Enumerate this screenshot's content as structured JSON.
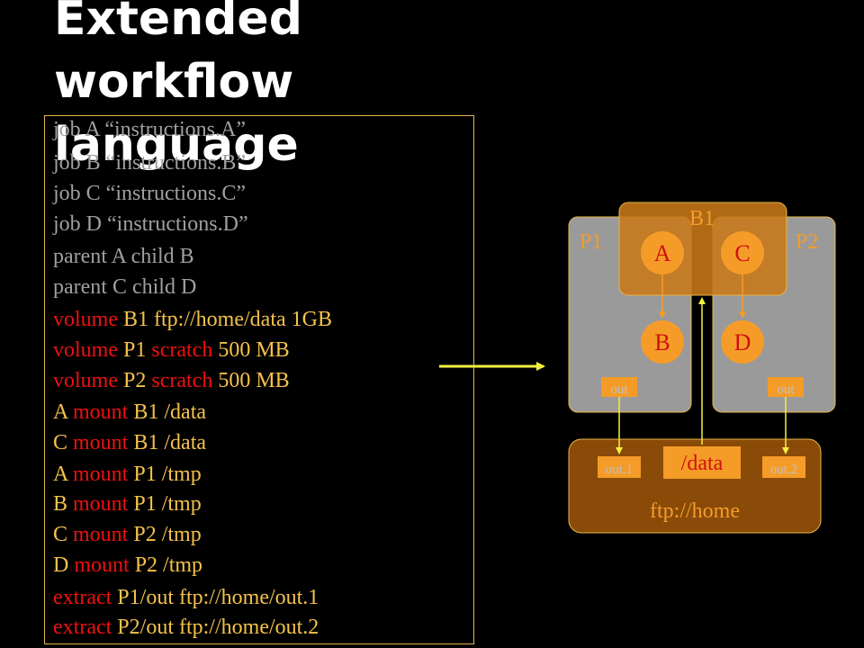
{
  "title": {
    "line1": "Extended workflow",
    "line2": "language"
  },
  "code_lines": [
    [
      {
        "t": "job A “instructions.A”",
        "c": "gray"
      }
    ],
    [
      {
        "t": "job B “instructions.B”",
        "c": "gray"
      }
    ],
    [
      {
        "t": "job C “instructions.C”",
        "c": "gray"
      }
    ],
    [
      {
        "t": "job D “instructions.D”",
        "c": "gray"
      }
    ],
    [
      {
        "t": "parent A child B",
        "c": "gray"
      }
    ],
    [
      {
        "t": "parent C child D",
        "c": "gray"
      }
    ],
    [
      {
        "t": "volume ",
        "c": "red"
      },
      {
        "t": "B1 ftp://home/data 1GB",
        "c": "yel"
      }
    ],
    [
      {
        "t": "volume ",
        "c": "red"
      },
      {
        "t": "P1 ",
        "c": "yel"
      },
      {
        "t": "scratch ",
        "c": "red"
      },
      {
        "t": "500 MB",
        "c": "yel"
      }
    ],
    [
      {
        "t": "volume ",
        "c": "red"
      },
      {
        "t": "P2 ",
        "c": "yel"
      },
      {
        "t": "scratch ",
        "c": "red"
      },
      {
        "t": "500 MB",
        "c": "yel"
      }
    ],
    [
      {
        "t": "A ",
        "c": "yel"
      },
      {
        "t": "mount ",
        "c": "red"
      },
      {
        "t": "B1 /data",
        "c": "yel"
      }
    ],
    [
      {
        "t": "C ",
        "c": "yel"
      },
      {
        "t": "mount ",
        "c": "red"
      },
      {
        "t": "B1 /data",
        "c": "yel"
      }
    ],
    [
      {
        "t": "A ",
        "c": "yel"
      },
      {
        "t": "mount ",
        "c": "red"
      },
      {
        "t": "P1 /tmp",
        "c": "yel"
      }
    ],
    [
      {
        "t": "B ",
        "c": "yel"
      },
      {
        "t": "mount ",
        "c": "red"
      },
      {
        "t": "P1 /tmp",
        "c": "yel"
      }
    ],
    [
      {
        "t": "C ",
        "c": "yel"
      },
      {
        "t": "mount ",
        "c": "red"
      },
      {
        "t": "P2 /tmp",
        "c": "yel"
      }
    ],
    [
      {
        "t": "D ",
        "c": "yel"
      },
      {
        "t": "mount ",
        "c": "red"
      },
      {
        "t": "P2 /tmp",
        "c": "yel"
      }
    ],
    [
      {
        "t": "extract ",
        "c": "red"
      },
      {
        "t": "P1/out ftp://home/out.1",
        "c": "yel"
      }
    ],
    [
      {
        "t": "extract ",
        "c": "red"
      },
      {
        "t": "P2/out ftp://home/out.2",
        "c": "yel"
      }
    ]
  ],
  "diagram": {
    "volume_b1": "B1",
    "volume_p1": "P1",
    "volume_p2": "P2",
    "job_a": "A",
    "job_b": "B",
    "job_c": "C",
    "job_d": "D",
    "out_p1": "out",
    "out_p2": "out",
    "home_out1": "out.1",
    "home_out2": "out.2",
    "home_data": "/data",
    "home_label": "ftp://home"
  },
  "colors": {
    "gray_text": "#a0a0a0",
    "red_text": "#ee1010",
    "yellow_text": "#f5c24a",
    "box_border": "#e8b64a",
    "scratch_fill": "#9a9a9a",
    "home_fill": "#8a4a08",
    "b1_fill": "#c87818",
    "node_fill": "#f59c28",
    "arrow": "#f5f040"
  }
}
